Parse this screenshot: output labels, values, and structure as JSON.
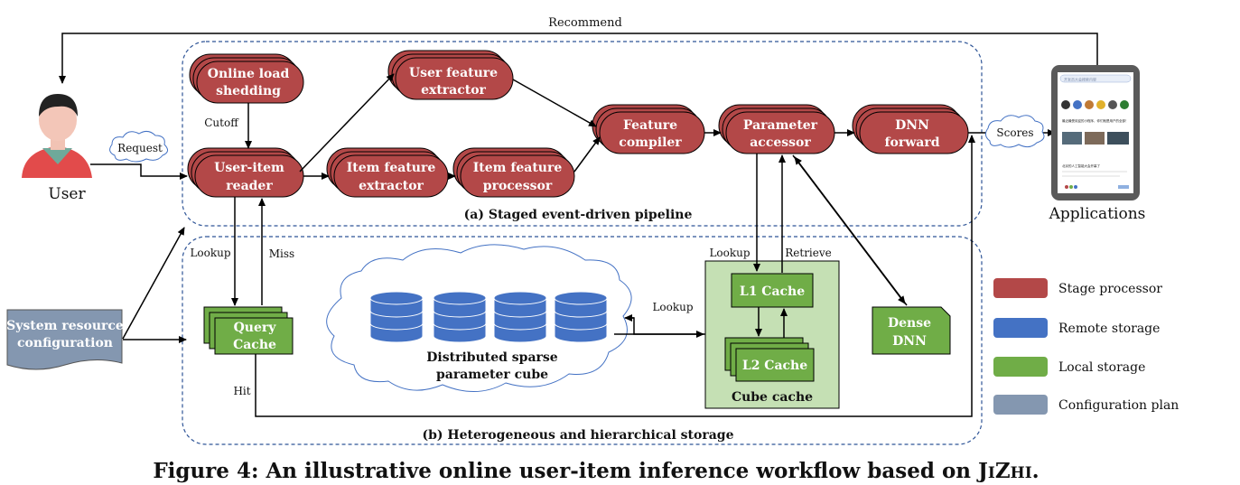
{
  "labels": {
    "recommend": "Recommend",
    "request": "Request",
    "scores": "Scores",
    "cutoff": "Cutoff",
    "lookup_left": "Lookup",
    "miss": "Miss",
    "hit": "Hit",
    "lookup_cube": "Lookup",
    "lookup_right": "Lookup",
    "retrieve": "Retrieve"
  },
  "actors": {
    "user": "User",
    "applications": "Applications"
  },
  "pipeline": {
    "title": "(a) Staged event-driven pipeline",
    "online_load_shedding": [
      "Online load",
      "shedding"
    ],
    "user_item_reader": [
      "User-item",
      "reader"
    ],
    "user_feature_extractor": [
      "User feature",
      "extractor"
    ],
    "item_feature_extractor": [
      "Item feature",
      "extractor"
    ],
    "item_feature_processor": [
      "Item feature",
      "processor"
    ],
    "feature_compiler": [
      "Feature",
      "compiler"
    ],
    "parameter_accessor": [
      "Parameter",
      "accessor"
    ],
    "dnn_forward": [
      "DNN",
      "forward"
    ]
  },
  "storage": {
    "title": "(b) Heterogeneous and hierarchical storage",
    "query_cache": [
      "Query",
      "Cache"
    ],
    "cube": [
      "Distributed sparse",
      "parameter cube"
    ],
    "l1_cache": "L1 Cache",
    "l2_cache": "L2 Cache",
    "cube_cache": "Cube cache",
    "dense_dnn": [
      "Dense",
      "DNN"
    ]
  },
  "config": [
    "System resource",
    "configuration"
  ],
  "legend": [
    {
      "label": "Stage processor",
      "color": "#b34848"
    },
    {
      "label": "Remote storage",
      "color": "#4472c4"
    },
    {
      "label": "Local storage",
      "color": "#70ad47"
    },
    {
      "label": "Configuration plan",
      "color": "#8497b0"
    }
  ],
  "colors": {
    "stage": "#b34848",
    "remote": "#4472c4",
    "local": "#70ad47",
    "config": "#8497b0",
    "region_border": "#2f5597",
    "cube_cache_bg": "#c5e0b4"
  },
  "phone": {
    "search_placeholder": "开发员大会搜索内容",
    "headline": "最近最受欢迎的小程序，你们就是用户的全部！",
    "news": "北京的人工智能大会开幕了"
  },
  "caption": {
    "prefix": "Figure 4: An illustrative online user-item inference workflow based on ",
    "name_j": "J",
    "name_i": "I",
    "name_z": "Z",
    "name_hi": "HI",
    "suffix": "."
  }
}
